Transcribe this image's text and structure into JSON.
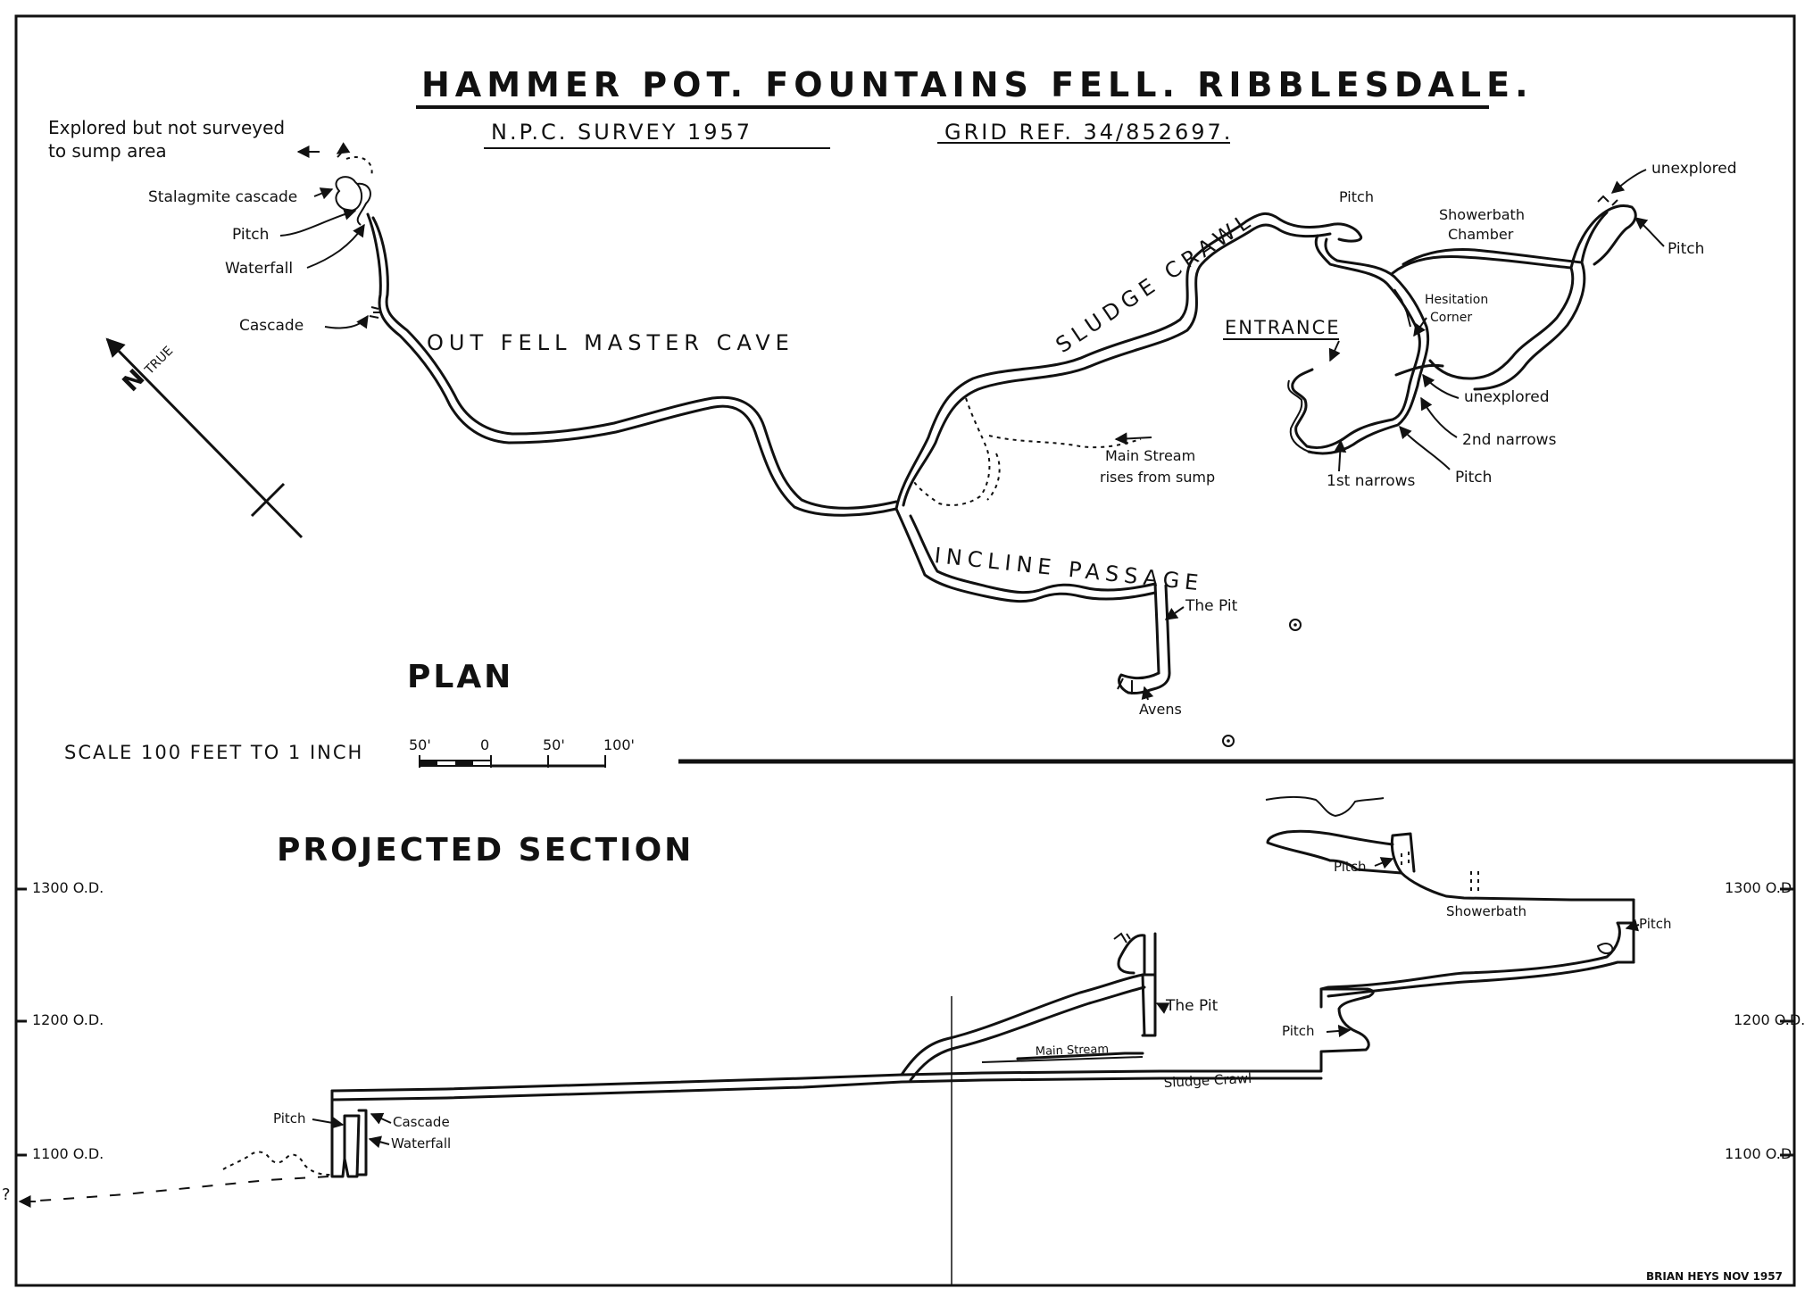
{
  "title": "HAMMER POT.   FOUNTAINS FELL. RIBBLESDALE.",
  "subtitle": {
    "survey": "N.P.C.  SURVEY      1957",
    "grid_ref": "GRID REF.  34/852697."
  },
  "north": "N",
  "north_true": "TRUE",
  "plan": {
    "heading": "PLAN",
    "labels": {
      "explored_1": "Explored  but  not  surveyed",
      "explored_2": "to  sump  area",
      "stalagmite_cascade": "Stalagmite  cascade",
      "pitch_a": "Pitch",
      "waterfall": "Waterfall",
      "cascade": "Cascade",
      "out_fell": "OUT  FELL  MASTER  CAVE",
      "sludge_crawl": "SLUDGE  CRAWL",
      "pitch_b": "Pitch",
      "showerbath_1": "Showerbath",
      "showerbath_2": "Chamber",
      "unexplored_a": "unexplored",
      "pitch_c": "Pitch",
      "hesitation_1": "Hesitation",
      "hesitation_2": "Corner",
      "entrance": "ENTRANCE",
      "unexplored_b": "unexplored",
      "narrows_2": "2nd narrows",
      "narrows_1": "1st narrows",
      "pitch_d": "Pitch",
      "main_stream_1": "Main  Stream",
      "main_stream_2": "rises  from  sump",
      "incline": "INCLINE   PASSAGE",
      "the_pit": "The Pit",
      "avens": "Avens"
    },
    "scale_text": "SCALE      100 FEET  TO  1 INCH",
    "scale_ticks": [
      "50'",
      "0",
      "50'",
      "100'"
    ]
  },
  "section": {
    "heading": "PROJECTED  SECTION",
    "left_levels": [
      "1300  O.D.",
      "1200  O.D.",
      "1100  O.D."
    ],
    "right_levels": [
      "1300 O.D.",
      "1200 O.D.",
      "1100 O.D."
    ],
    "labels": {
      "pitch_a": "Pitch",
      "showerbath": "Showerbath",
      "pitch_b": "Pitch",
      "the_pit": "The Pit",
      "pitch_c": "Pitch",
      "main_stream": "Main  Stream",
      "sludge_crawl": "Sludge  Crawl",
      "pitch_d": "Pitch",
      "cascade": "Cascade",
      "waterfall": "Waterfall",
      "question": "?"
    }
  },
  "signature": "BRIAN  HEYS  NOV 1957"
}
